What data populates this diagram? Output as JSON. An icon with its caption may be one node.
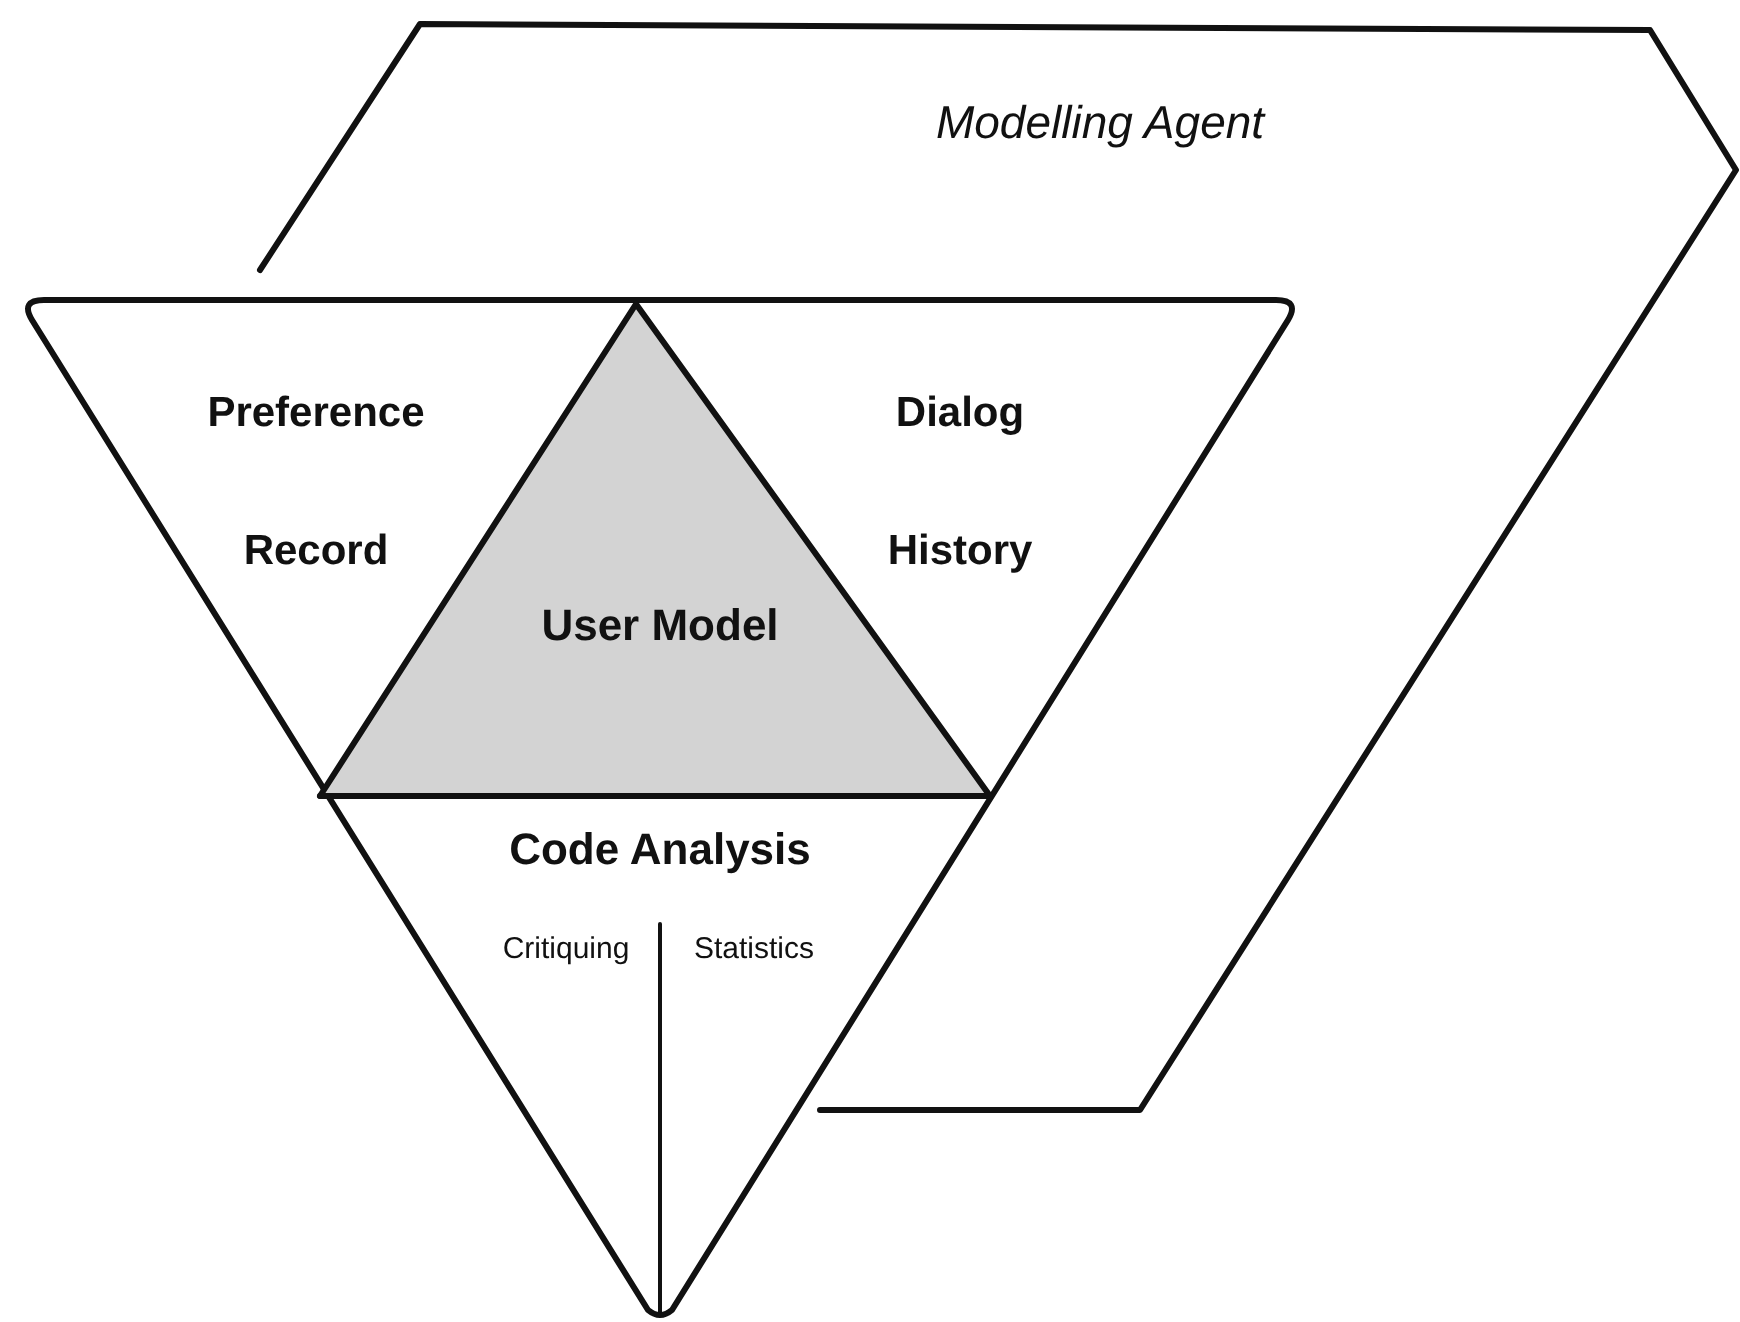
{
  "diagram": {
    "nodes": [
      {
        "text": [
          "Modelling Agent"
        ]
      },
      {
        "text": [],
        "shape": "triangle"
      },
      {
        "text": [
          "Preference Record"
        ],
        "in": 1
      },
      {
        "text": [
          "User Model"
        ]
      },
      {
        "text": [
          "Dialog History"
        ]
      },
      {
        "text": [
          "Code Analysis"
        ]
      },
      {
        "text": [
          "Critiquing"
        ]
      },
      {
        "text": [
          "Statistics"
        ]
      }
    ]
  }
}
